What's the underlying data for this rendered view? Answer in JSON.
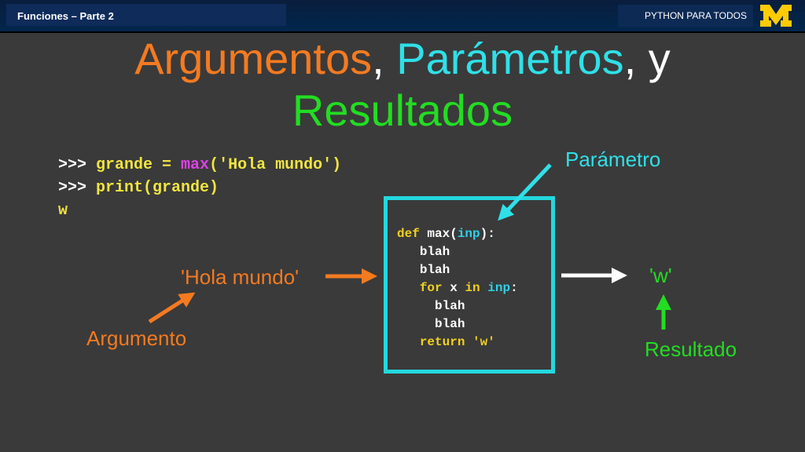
{
  "header": {
    "section_title": "Funciones – Parte 2",
    "course_name": "PYTHON PARA TODOS",
    "logo_letter": "M"
  },
  "title": {
    "part1": "Argumentos",
    "sep1": ", ",
    "part2": "Parámetros",
    "sep2": ", y",
    "part3": "Resultados"
  },
  "console": {
    "prompt": ">>> ",
    "line1_var": "grande = ",
    "line1_func": "max",
    "line1_args": "('Hola mundo')",
    "line2": "print(grande)",
    "output": "w"
  },
  "code": {
    "def_kw": "def",
    "def_name": " max(",
    "param": "inp",
    "def_end": "):",
    "body1": "blah",
    "body2": "blah",
    "for_kw": "for",
    "for_var": " x ",
    "in_kw": "in",
    "for_iter": "inp",
    "for_end": ":",
    "body3": "blah",
    "body4": "blah",
    "return_stmt": "return 'w'"
  },
  "labels": {
    "parametro": "Parámetro",
    "argument_value": "'Hola mundo'",
    "argumento": "Argumento",
    "result_value": "'w'",
    "resultado": "Resultado"
  },
  "colors": {
    "orange": "#f47a20",
    "cyan": "#2fe0e8",
    "green": "#22dd22",
    "maize": "#ffcb05"
  }
}
